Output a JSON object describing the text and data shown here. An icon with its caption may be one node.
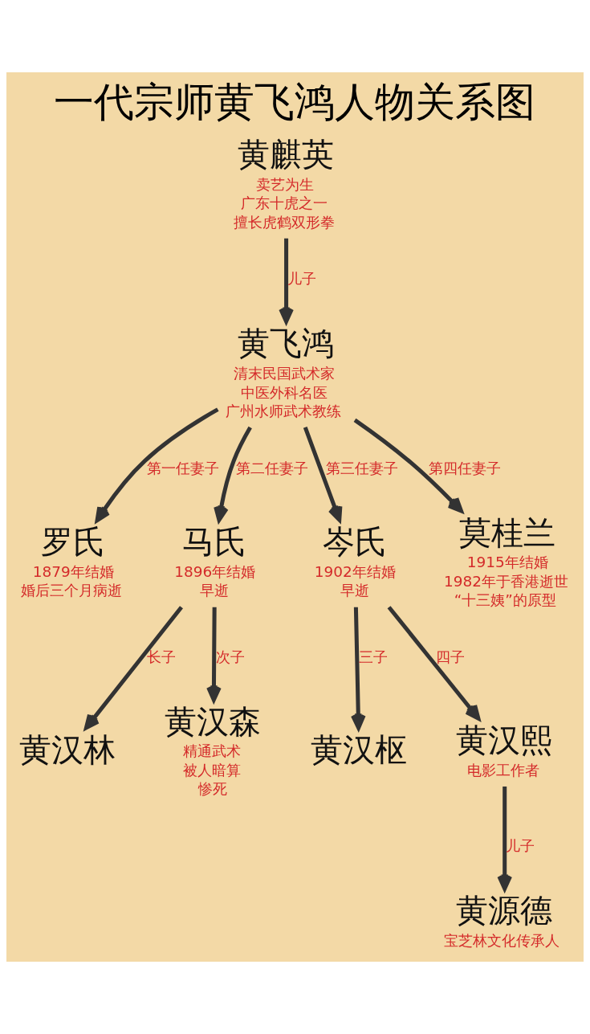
{
  "diagram": {
    "title": "一代宗师黄飞鸿人物关系图",
    "nodes": [
      {
        "text": [
          "黄麒英",
          "卖艺为生",
          "广东十虎之一",
          "擅长虎鹤双形拳"
        ]
      },
      {
        "text": [
          "黄飞鸿",
          "清末民国武术家",
          "中医外科名医",
          "广州水师武术教练"
        ]
      },
      {
        "text": [
          "罗氏",
          "1879年结婚",
          "婚后三个月病逝"
        ]
      },
      {
        "text": [
          "马氏",
          "1896年结婚",
          "早逝"
        ]
      },
      {
        "text": [
          "岑氏",
          "1902年结婚",
          "早逝"
        ]
      },
      {
        "text": [
          "莫桂兰",
          "1915年结婚",
          "1982年于香港逝世",
          "“十三姨”的原型"
        ]
      },
      {
        "text": [
          "黄汉林"
        ]
      },
      {
        "text": [
          "黄汉森",
          "精通武术",
          "被人暗算",
          "惨死"
        ]
      },
      {
        "text": [
          "黄汉枢"
        ]
      },
      {
        "text": [
          "黄汉熙",
          "电影工作者"
        ]
      },
      {
        "text": [
          "黄源德",
          "宝芝林文化传承人"
        ]
      }
    ],
    "edges": [
      {
        "from": 0,
        "to": 1,
        "arrow": "to",
        "label": "儿子"
      },
      {
        "from": 1,
        "to": 2,
        "arrow": "to",
        "label": "第一任妻子"
      },
      {
        "from": 1,
        "to": 3,
        "arrow": "to",
        "label": "第二任妻子"
      },
      {
        "from": 1,
        "to": 4,
        "arrow": "to",
        "label": "第三任妻子"
      },
      {
        "from": 1,
        "to": 5,
        "arrow": "to",
        "label": "第四任妻子"
      },
      {
        "from": 3,
        "to": 6,
        "arrow": "to",
        "label": "长子"
      },
      {
        "from": 3,
        "to": 7,
        "arrow": "to",
        "label": "次子"
      },
      {
        "from": 4,
        "to": 8,
        "arrow": "to",
        "label": "三子"
      },
      {
        "from": 4,
        "to": 9,
        "arrow": "to",
        "label": "四子"
      },
      {
        "from": 9,
        "to": 10,
        "arrow": "to",
        "label": "儿子"
      }
    ]
  }
}
